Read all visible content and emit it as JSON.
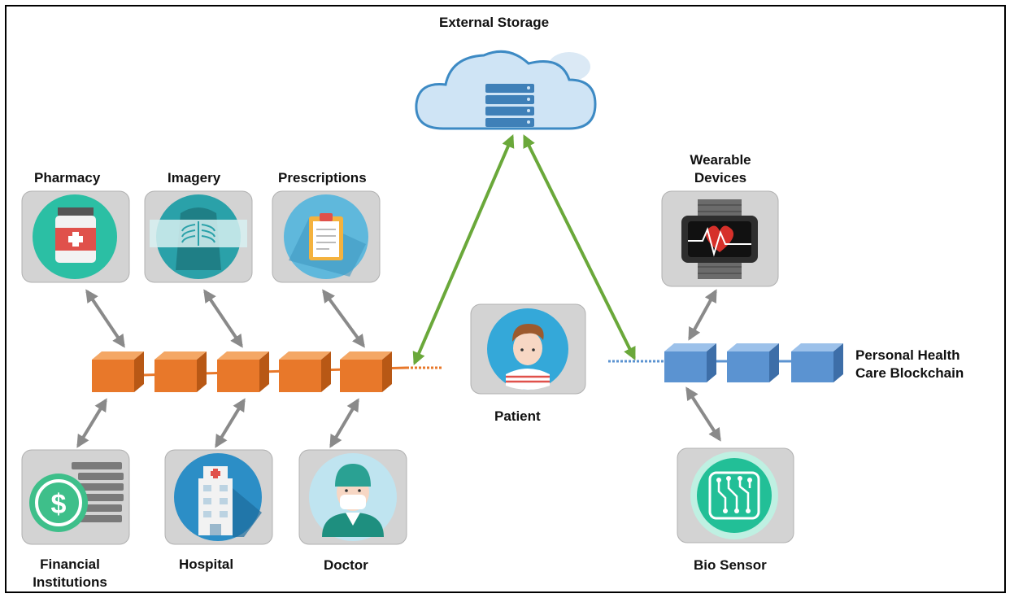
{
  "labels": {
    "external_storage": "External Storage",
    "pharmacy": "Pharmacy",
    "imagery": "Imagery",
    "prescriptions": "Prescriptions",
    "wearable_line1": "Wearable",
    "wearable_line2": "Devices",
    "patient": "Patient",
    "personal_line1": "Personal Health",
    "personal_line2": "Care Blockchain",
    "financial_line1": "Financial",
    "financial_line2": "Institutions",
    "hospital": "Hospital",
    "doctor": "Doctor",
    "bio_sensor": "Bio Sensor"
  },
  "icons": {
    "pharmacy": "pill-bottle-icon",
    "imagery": "xray-chest-icon",
    "prescriptions": "clipboard-icon",
    "wearable": "smartwatch-heartbeat-icon",
    "patient": "patient-avatar-icon",
    "financial": "dollar-coin-icon",
    "hospital": "hospital-building-icon",
    "doctor": "surgeon-icon",
    "bio_sensor": "circuit-chip-icon",
    "storage": "cloud-server-icon"
  },
  "colors": {
    "orange_block": "#e8782a",
    "blue_block": "#5b93d1",
    "green_arrow": "#6aa83a",
    "gray_arrow": "#8a8a8a"
  }
}
